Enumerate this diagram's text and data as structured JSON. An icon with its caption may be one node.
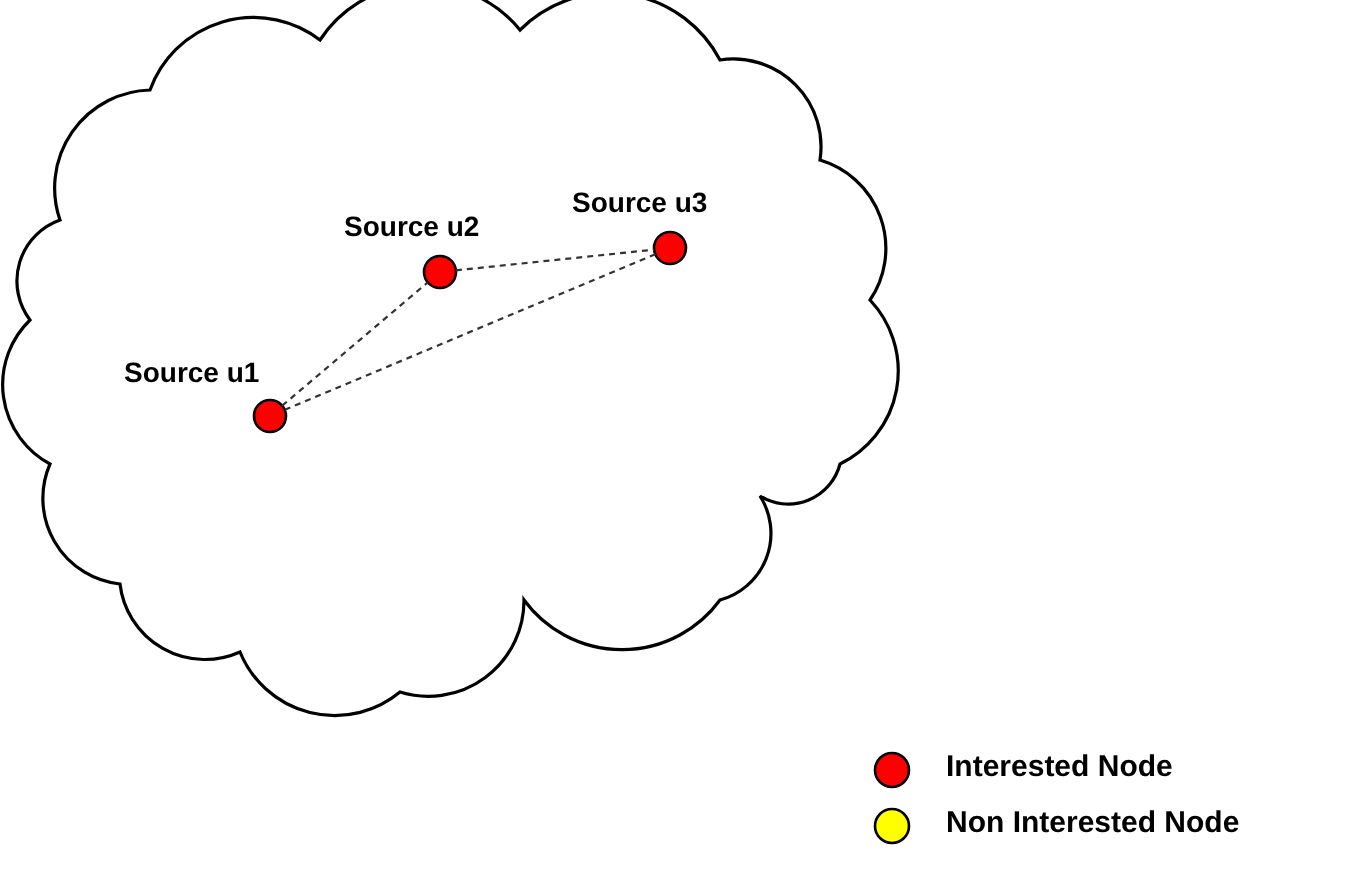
{
  "diagram": {
    "nodes": [
      {
        "text": [],
        "shape": "cloud"
      },
      {
        "text": [
          "Source u1"
        ],
        "in": 0
      },
      {
        "text": [
          "Source u2"
        ],
        "in": 0
      },
      {
        "text": [
          "Source u3"
        ],
        "in": 0
      }
    ],
    "edges": [
      {
        "from": 1,
        "to": 2,
        "arrow": "none",
        "style": "dashed"
      },
      {
        "from": 2,
        "to": 3,
        "arrow": "none",
        "style": "dashed"
      },
      {
        "from": 1,
        "to": 3,
        "arrow": "none",
        "style": "dashed"
      }
    ],
    "legend": [
      {
        "text": "Interested Node",
        "color": "#ff0000"
      },
      {
        "text": "Non Interested Node",
        "color": "#ffff00"
      }
    ]
  }
}
